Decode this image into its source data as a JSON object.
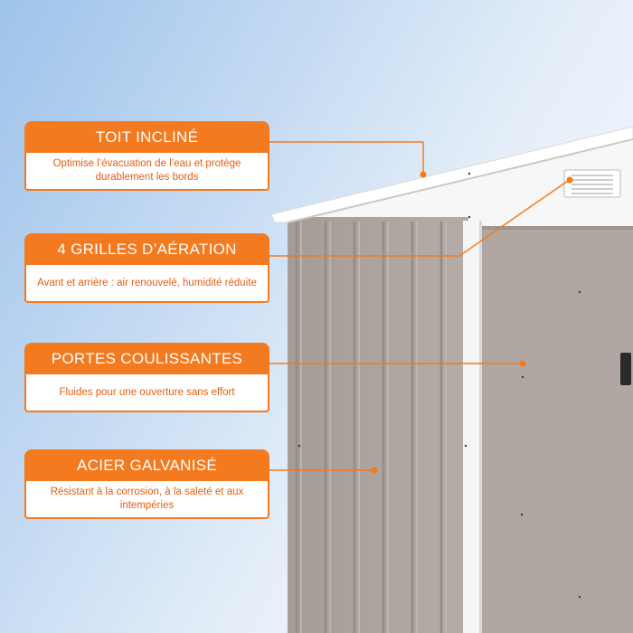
{
  "callouts": [
    {
      "title": "TOIT INCLINÉ",
      "text": "Optimise l’évacuation de l’eau et protège durablement les bords"
    },
    {
      "title": "4 GRILLES D’AÉRATION",
      "text": "Avant et arrière : air renouvelé, humidité réduite"
    },
    {
      "title": "PORTES COULISSANTES",
      "text": "Fluides pour une ouverture sans effort"
    },
    {
      "title": "ACIER GALVANISÉ",
      "text": "Résistant à la corrosion, à la saleté et aux intempéries"
    }
  ],
  "colors": {
    "accent": "#f47a1f",
    "accent_text": "#e25f10",
    "sky_light": "#f4f8fd",
    "sky_dark": "#9ec3ea",
    "steel": "#aea4a0",
    "trim": "#ffffff"
  },
  "icons": [
    "vent-grille-icon",
    "door-handle-icon"
  ]
}
